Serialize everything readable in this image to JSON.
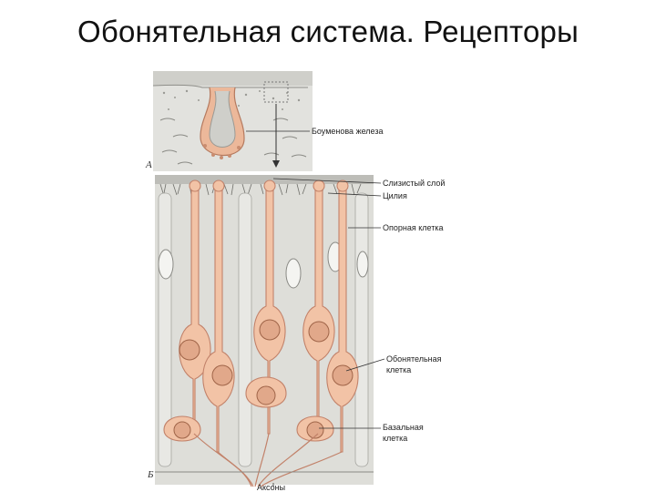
{
  "slide": {
    "title": "Обонятельная система. Рецепторы"
  },
  "figure": {
    "panel_a": "А",
    "panel_b": "Б",
    "labels": {
      "gland": "Боуменова железа",
      "mucus": "Слизистый слой",
      "cilia": "Цилия",
      "support": "Опорная клетка",
      "olf1": "Обонятельная",
      "olf2": "клетка",
      "basal1": "Базальная",
      "basal2": "клетка",
      "axons": "Аксоны"
    },
    "colors": {
      "cell_fill": "#f2c3a6",
      "cell_stroke": "#c2826a",
      "tissue": "#d8d8d4",
      "gland": "#e9b493",
      "nucleus": "#e1a88a"
    }
  }
}
